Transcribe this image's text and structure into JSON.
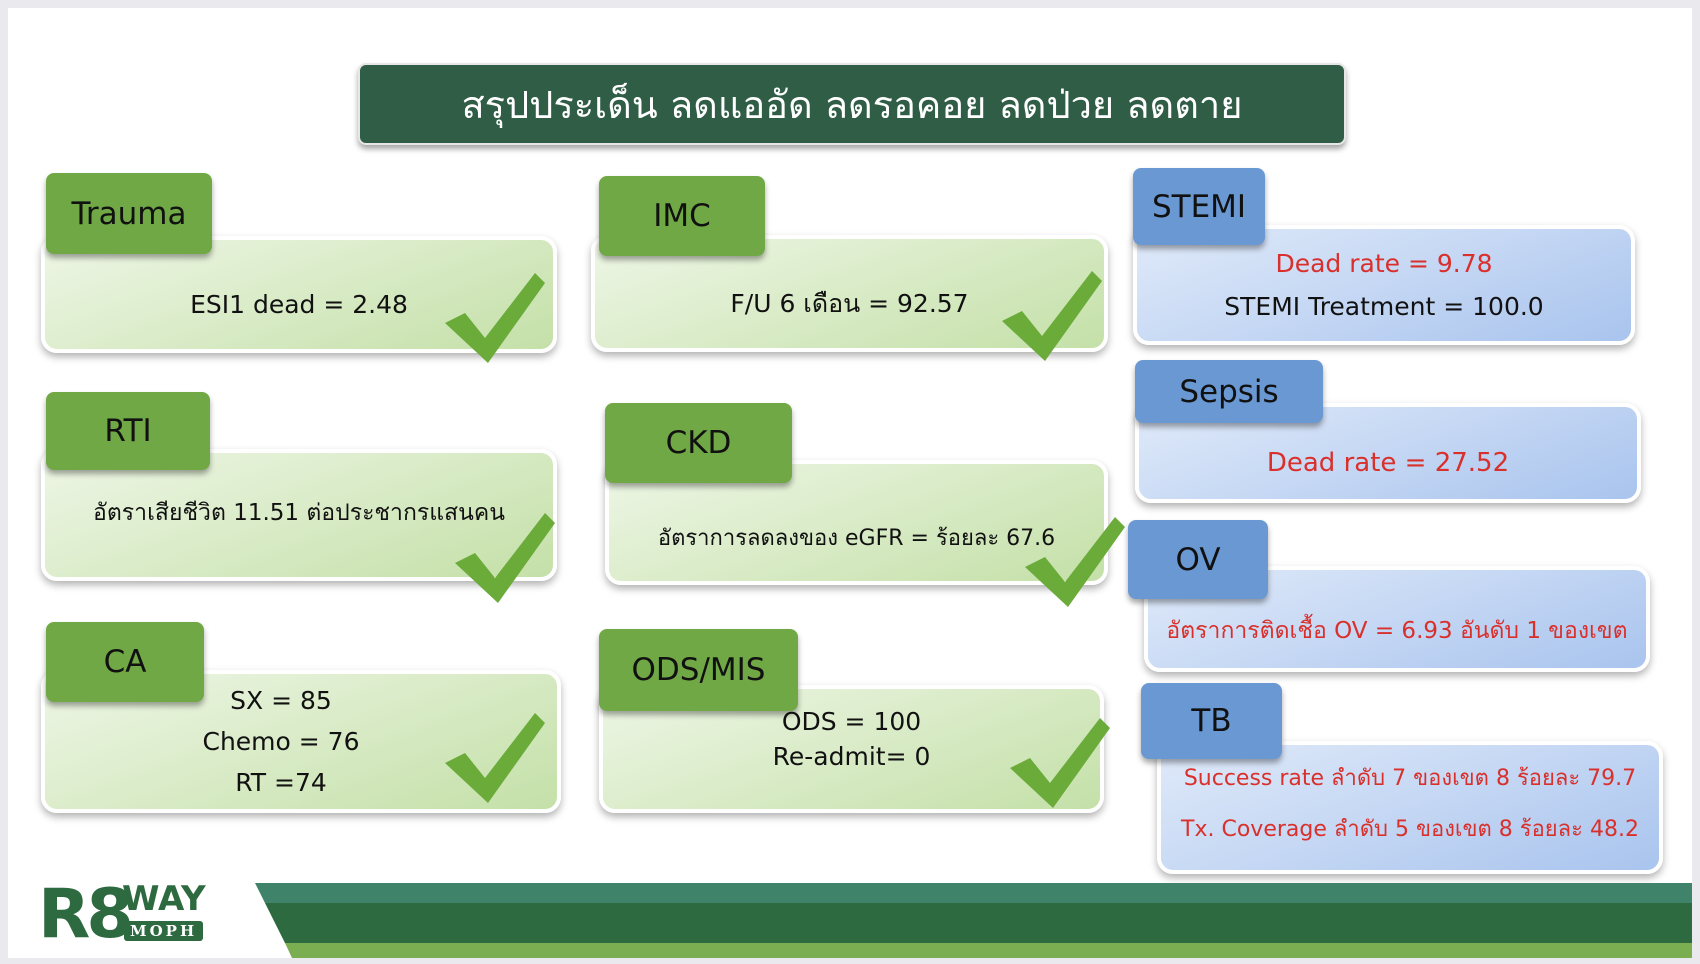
{
  "title": "สรุปประเด็น ลดแออัด ลดรอคอย ลดป่วย ลดตาย",
  "cards": {
    "trauma": {
      "label": "Trauma",
      "lines": [
        "ESI1 dead = 2.48"
      ]
    },
    "imc": {
      "label": "IMC",
      "lines": [
        "F/U 6 เดือน = 92.57"
      ]
    },
    "rti": {
      "label": "RTI",
      "lines": [
        "อัตราเสียชีวิต 11.51 ต่อประชากรแสนคน"
      ]
    },
    "ckd": {
      "label": "CKD",
      "lines": [
        "อัตราการลดลงของ eGFR = ร้อยละ 67.6"
      ]
    },
    "ca": {
      "label": "CA",
      "lines": [
        "SX = 85",
        "Chemo = 76",
        "RT =74"
      ]
    },
    "ods": {
      "label": "ODS/MIS",
      "lines": [
        "ODS = 100",
        "Re-admit= 0"
      ]
    },
    "stemi": {
      "label": "STEMI",
      "lines": [
        "Dead rate = 9.78",
        "STEMI Treatment = 100.0"
      ]
    },
    "sepsis": {
      "label": "Sepsis",
      "lines": [
        "Dead rate = 27.52"
      ]
    },
    "ov": {
      "label": "OV",
      "lines": [
        "อัตราการติดเชื้อ OV = 6.93 อันดับ 1 ของเขต"
      ]
    },
    "tb": {
      "label": "TB",
      "lines": [
        "Success rate ลำดับ 7 ของเขต 8 ร้อยละ 79.7",
        "Tx. Coverage ลำดับ 5 ของเขต 8 ร้อยละ 48.2"
      ]
    }
  },
  "logo": {
    "main": "R8WAY",
    "sub": "MOPH"
  },
  "colors": {
    "dark_green": "#2f5d45",
    "green": "#70a845",
    "blue": "#6a98d2",
    "red": "#d9302c"
  }
}
